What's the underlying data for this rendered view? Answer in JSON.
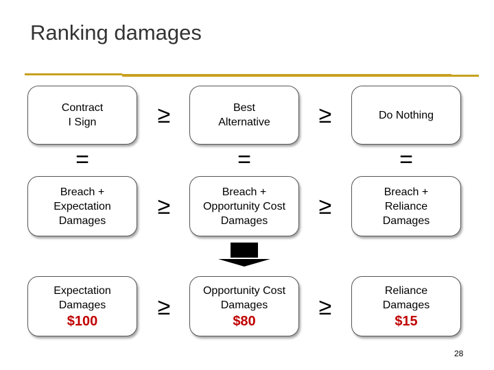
{
  "title": "Ranking damages",
  "colors": {
    "rule": "#c8a01e",
    "amount": "#c00000"
  },
  "rows": [
    {
      "boxes": [
        {
          "label": "Contract\nI Sign",
          "amount": ""
        },
        {
          "label": "Best\nAlternative",
          "amount": ""
        },
        {
          "label": "Do Nothing",
          "amount": ""
        }
      ],
      "relations": [
        "≥",
        "≥"
      ]
    },
    {
      "boxes": [
        {
          "label": "Breach +\nExpectation\nDamages",
          "amount": ""
        },
        {
          "label": "Breach +\nOpportunity Cost\nDamages",
          "amount": ""
        },
        {
          "label": "Breach +\nReliance\nDamages",
          "amount": ""
        }
      ],
      "relations": [
        "≥",
        "≥"
      ]
    },
    {
      "boxes": [
        {
          "label": "Expectation\nDamages",
          "amount": "$100"
        },
        {
          "label": "Opportunity Cost\nDamages",
          "amount": "$80"
        },
        {
          "label": "Reliance\nDamages",
          "amount": "$15"
        }
      ],
      "relations": [
        "≥",
        "≥"
      ]
    }
  ],
  "equals": [
    "=",
    "=",
    "="
  ],
  "page_number": "28"
}
